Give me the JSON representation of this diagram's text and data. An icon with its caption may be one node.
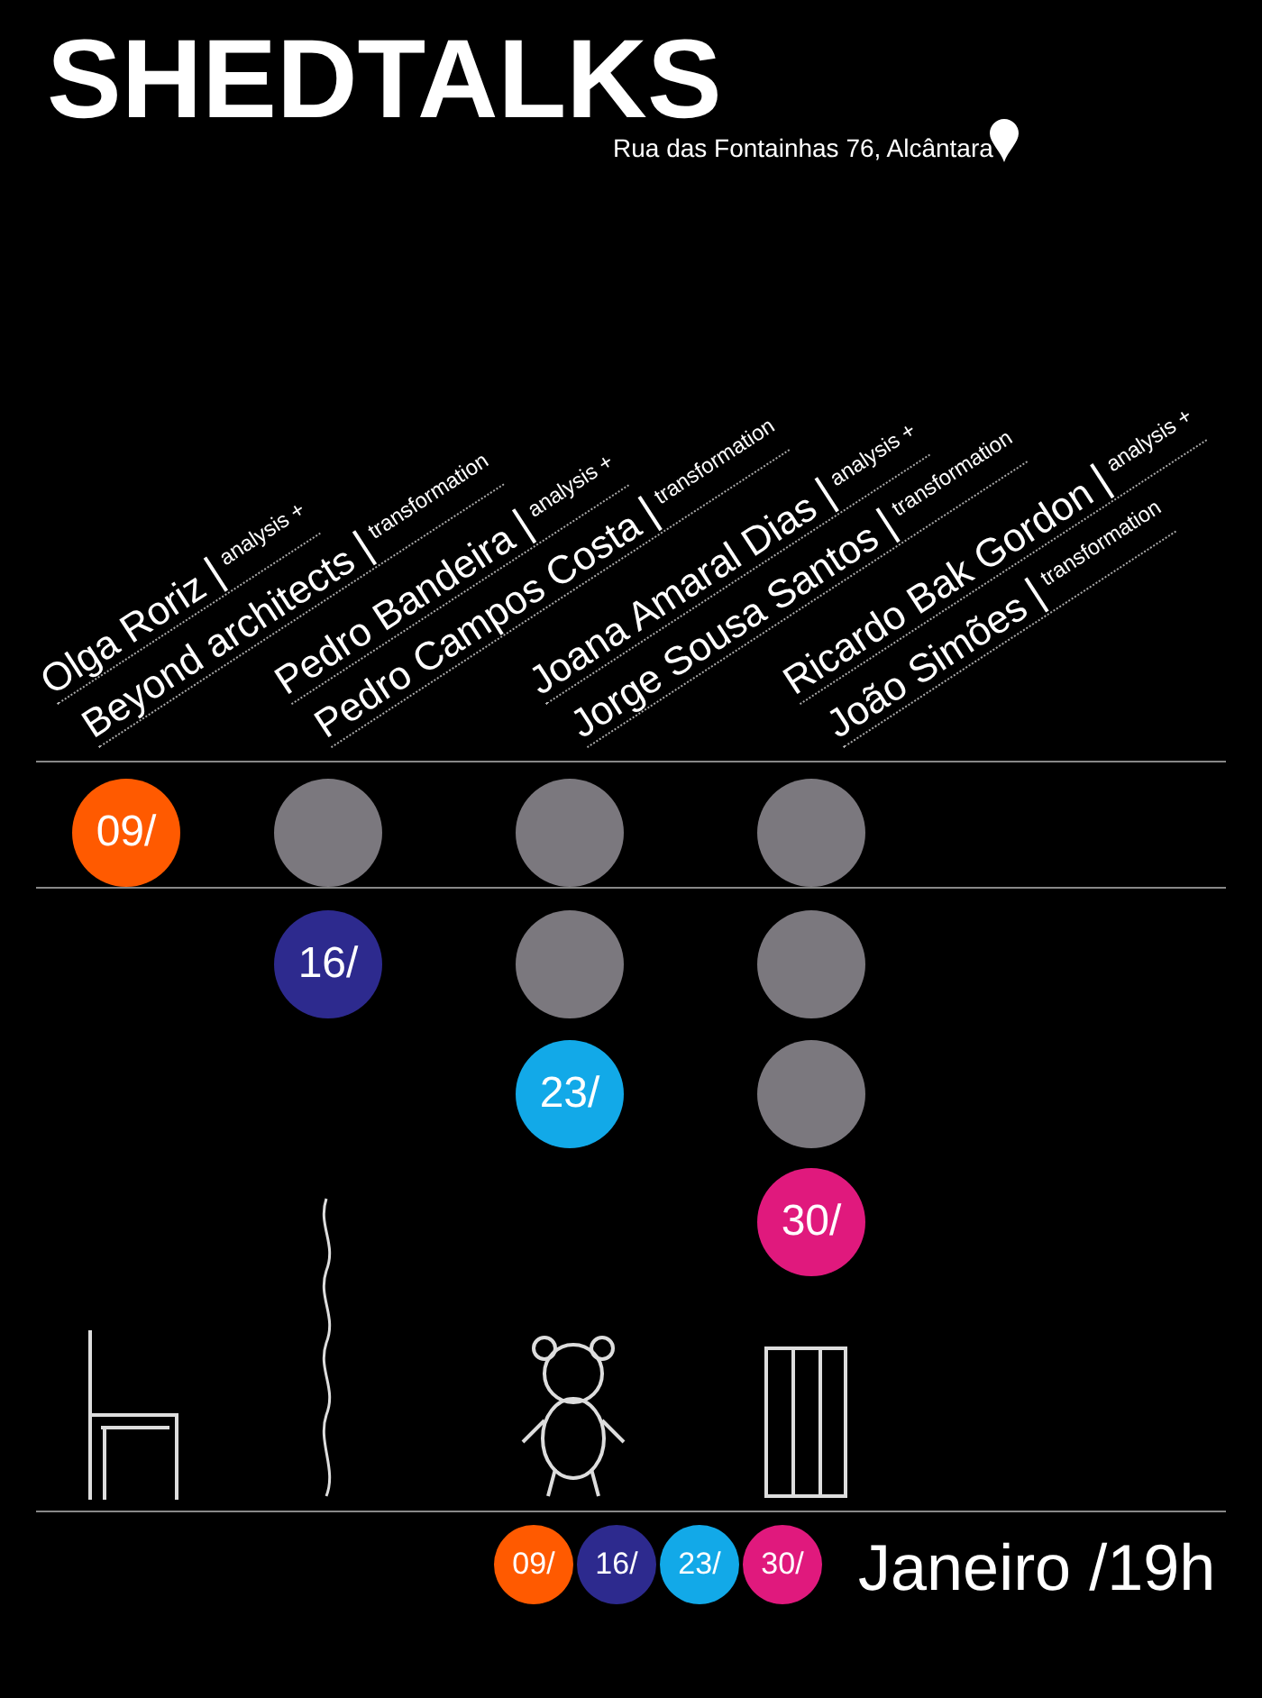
{
  "diagram": {
    "title": "SHEDTALKS",
    "nodes": [
      {
        "text": [
          "09/"
        ]
      },
      {
        "text": [],
        "shape": "circle"
      },
      {
        "text": [],
        "shape": "circle"
      },
      {
        "text": [],
        "shape": "circle"
      },
      {
        "text": [
          "16/"
        ]
      },
      {
        "text": [],
        "shape": "circle"
      },
      {
        "text": [],
        "shape": "circle"
      },
      {
        "text": [
          "23/"
        ]
      },
      {
        "text": [],
        "shape": "circle"
      },
      {
        "text": [
          "30/"
        ]
      },
      {
        "text": [
          "09/"
        ]
      },
      {
        "text": [
          "16/"
        ]
      },
      {
        "text": [
          "23/"
        ]
      },
      {
        "text": [
          "30/"
        ]
      }
    ],
    "edges": [],
    "labels": [
      "Rua das Fontainhas 76, Alcântara",
      "Olga Roriz",
      "analysis +",
      "Beyond architects",
      "transformation",
      "Pedro Bandeira",
      "analysis +",
      "Pedro Campos Costa",
      "transformation",
      "Joana Amaral Dias",
      "analysis +",
      "Jorge Sousa Santos",
      "transformation",
      "Ricardo Bak Gordon",
      "analysis +",
      "João Simões",
      "transformation",
      "Janeiro /19h"
    ]
  }
}
